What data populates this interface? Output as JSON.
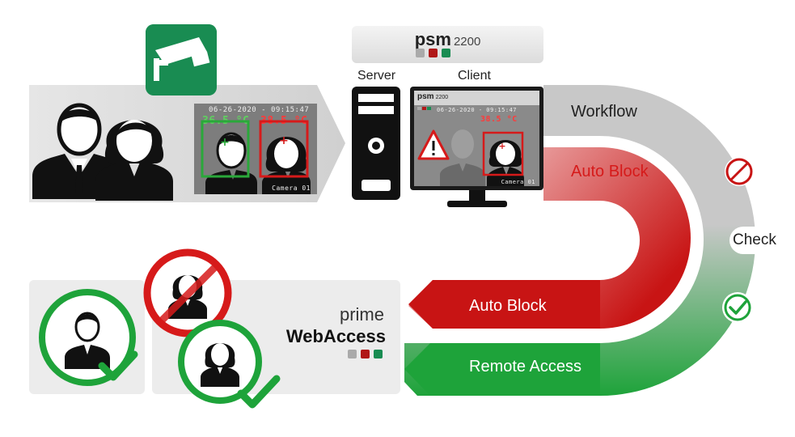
{
  "colors": {
    "green": "#198c52",
    "bright_green": "#1ea33a",
    "red": "#c81414",
    "grey": "#bdbdbd",
    "dark": "#111111"
  },
  "icons": [
    "cctv-camera-icon",
    "person-male-icon",
    "person-female-icon",
    "server-tower-icon",
    "monitor-icon",
    "warning-triangle-icon",
    "no-entry-icon",
    "check-circle-icon",
    "checkmark-icon",
    "forbidden-icon"
  ],
  "camera_feed": {
    "timestamp": "06-26-2020 - 09:15:47",
    "temp_ok": "36.5 °C",
    "temp_high": "38.5 °C",
    "camera_label": "Camera 01"
  },
  "psm": {
    "name": "psm",
    "model": "2200",
    "mini_label": "psm",
    "mini_model": "2200"
  },
  "labels": {
    "server": "Server",
    "client": "Client"
  },
  "client_screen": {
    "timestamp": "06-26-2020 - 09:15:47",
    "temp_high": "38.5 °C",
    "camera_label": "Camera 01"
  },
  "workflow": {
    "workflow": "Workflow",
    "auto_block_top": "Auto Block",
    "check": "Check",
    "auto_block_bottom": "Auto Block",
    "remote_access": "Remote Access"
  },
  "brand": {
    "prime": "prime",
    "webaccess": "WebAccess"
  }
}
